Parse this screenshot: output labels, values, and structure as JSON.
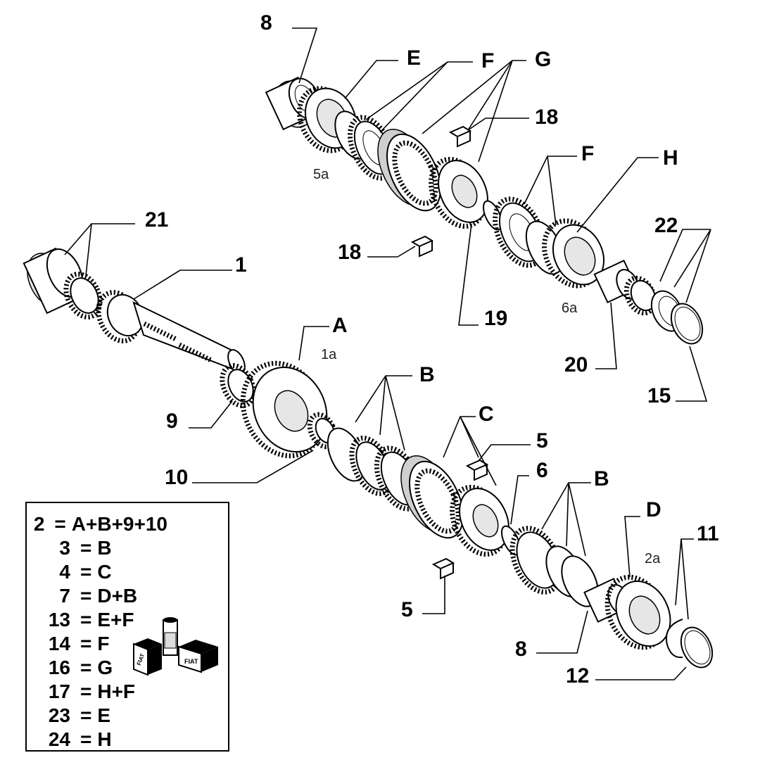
{
  "callouts": [
    "8",
    "E",
    "F",
    "G",
    "18",
    "5a",
    "F",
    "H",
    "21",
    "1",
    "18",
    "22",
    "19",
    "6a",
    "A",
    "1a",
    "20",
    "15",
    "B",
    "9",
    "C",
    "5",
    "10",
    "6",
    "B",
    "D",
    "2a",
    "11",
    "5",
    "8",
    "12"
  ],
  "legend": {
    "rows": [
      {
        "num": "2",
        "eq": "=",
        "val": "A+B+9+10"
      },
      {
        "num": "3",
        "eq": "=",
        "val": "B"
      },
      {
        "num": "4",
        "eq": "=",
        "val": "C"
      },
      {
        "num": "7",
        "eq": "=",
        "val": "D+B"
      },
      {
        "num": "13",
        "eq": "=",
        "val": "E+F"
      },
      {
        "num": "14",
        "eq": "=",
        "val": "F"
      },
      {
        "num": "16",
        "eq": "=",
        "val": "G"
      },
      {
        "num": "17",
        "eq": "=",
        "val": "H+F"
      },
      {
        "num": "23",
        "eq": "=",
        "val": "E"
      },
      {
        "num": "24",
        "eq": "=",
        "val": "H"
      }
    ],
    "icon": "lubricant-kit-icon",
    "icon_text": [
      "FIAT",
      "FIAT"
    ]
  }
}
